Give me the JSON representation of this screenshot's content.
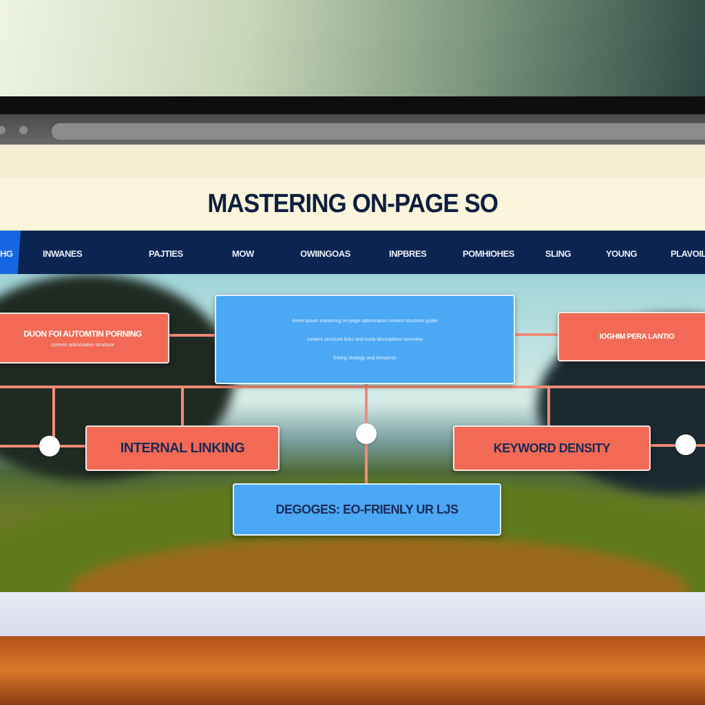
{
  "page": {
    "title": "MASTERING ON-PAGE SO"
  },
  "nav": {
    "items": [
      "HG",
      "INWANES",
      "PAJTIES",
      "MOW",
      "OWIINGOAS",
      "INPBRES",
      "POMHIOHES",
      "SLING",
      "YOUNG",
      "PLAVOIL"
    ],
    "active_index": 0
  },
  "diagram": {
    "center": {
      "lines": [
        "lorem ipsum mastering on-page optimization content structure guide",
        "content structure links and meta descriptions overview",
        "linking strategy and keywords"
      ]
    },
    "left": {
      "label": "DUON FOI AUTOMTIN PORNING",
      "sub": "content optimization structure"
    },
    "right": {
      "label": "IOGHIM PERA LANTIO"
    },
    "internal": {
      "label": "INTERNAL LINKING"
    },
    "keyword": {
      "label": "KEYWORD DENSITY"
    },
    "urls": {
      "label": "DEGOGES: EO-FRIENLY UR LJS"
    }
  },
  "colors": {
    "nav": "#0b2452",
    "accent": "#1467e0",
    "red_box": "#f26a55",
    "blue_box": "#4aa8f5",
    "header": "#fbf5dc"
  }
}
